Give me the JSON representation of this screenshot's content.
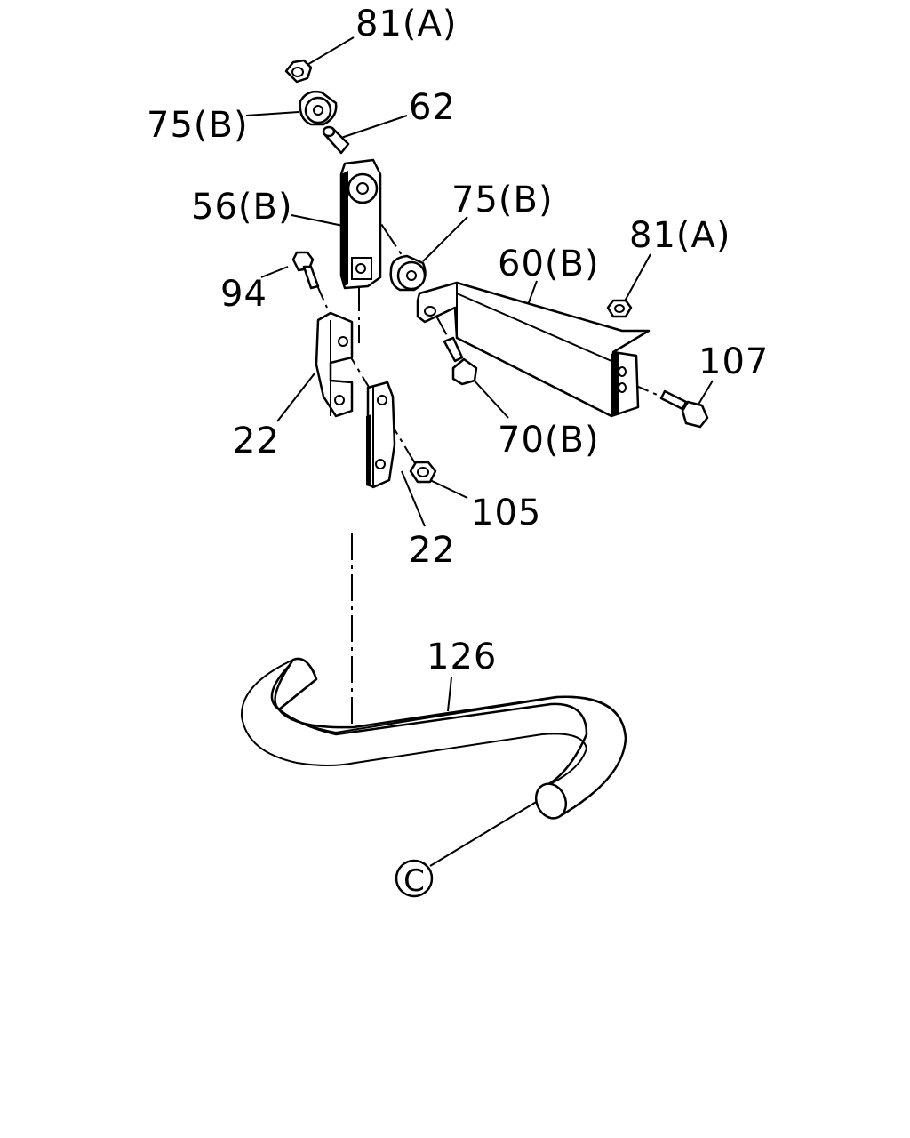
{
  "diagram": {
    "labels": {
      "nut_top": "81(A)",
      "bushing_top": "75(B)",
      "collar": "62",
      "link": "56(B)",
      "bushing_mid": "75(B)",
      "nut_right": "81(A)",
      "bracket": "60(B)",
      "bolt_94": "94",
      "bolt_107": "107",
      "clamp_left": "22",
      "bolt_70": "70(B)",
      "nut_105": "105",
      "clamp_right": "22",
      "stabilizer_bar": "126",
      "ref_c": "C"
    }
  }
}
